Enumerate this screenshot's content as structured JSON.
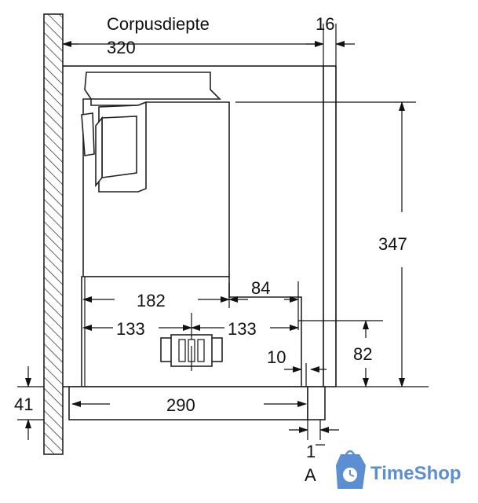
{
  "labels": {
    "corpus_title": "Corpusdiepte",
    "corpus_depth": "320",
    "front_thickness": "16",
    "total_height": "347",
    "width_182": "182",
    "width_84": "84",
    "half_left": "133",
    "half_right": "133",
    "height_82": "82",
    "gap_10": "10",
    "bottom_290": "290",
    "left_41": "41",
    "gap_1": "1",
    "detail_marker": "A"
  },
  "watermark": {
    "brand": "TimeShop"
  },
  "colors": {
    "line": "#111111",
    "brand": "#5b8fd1"
  },
  "icons": {
    "brand_logo": "bag-clock-icon",
    "arrow": "arrow-head"
  }
}
